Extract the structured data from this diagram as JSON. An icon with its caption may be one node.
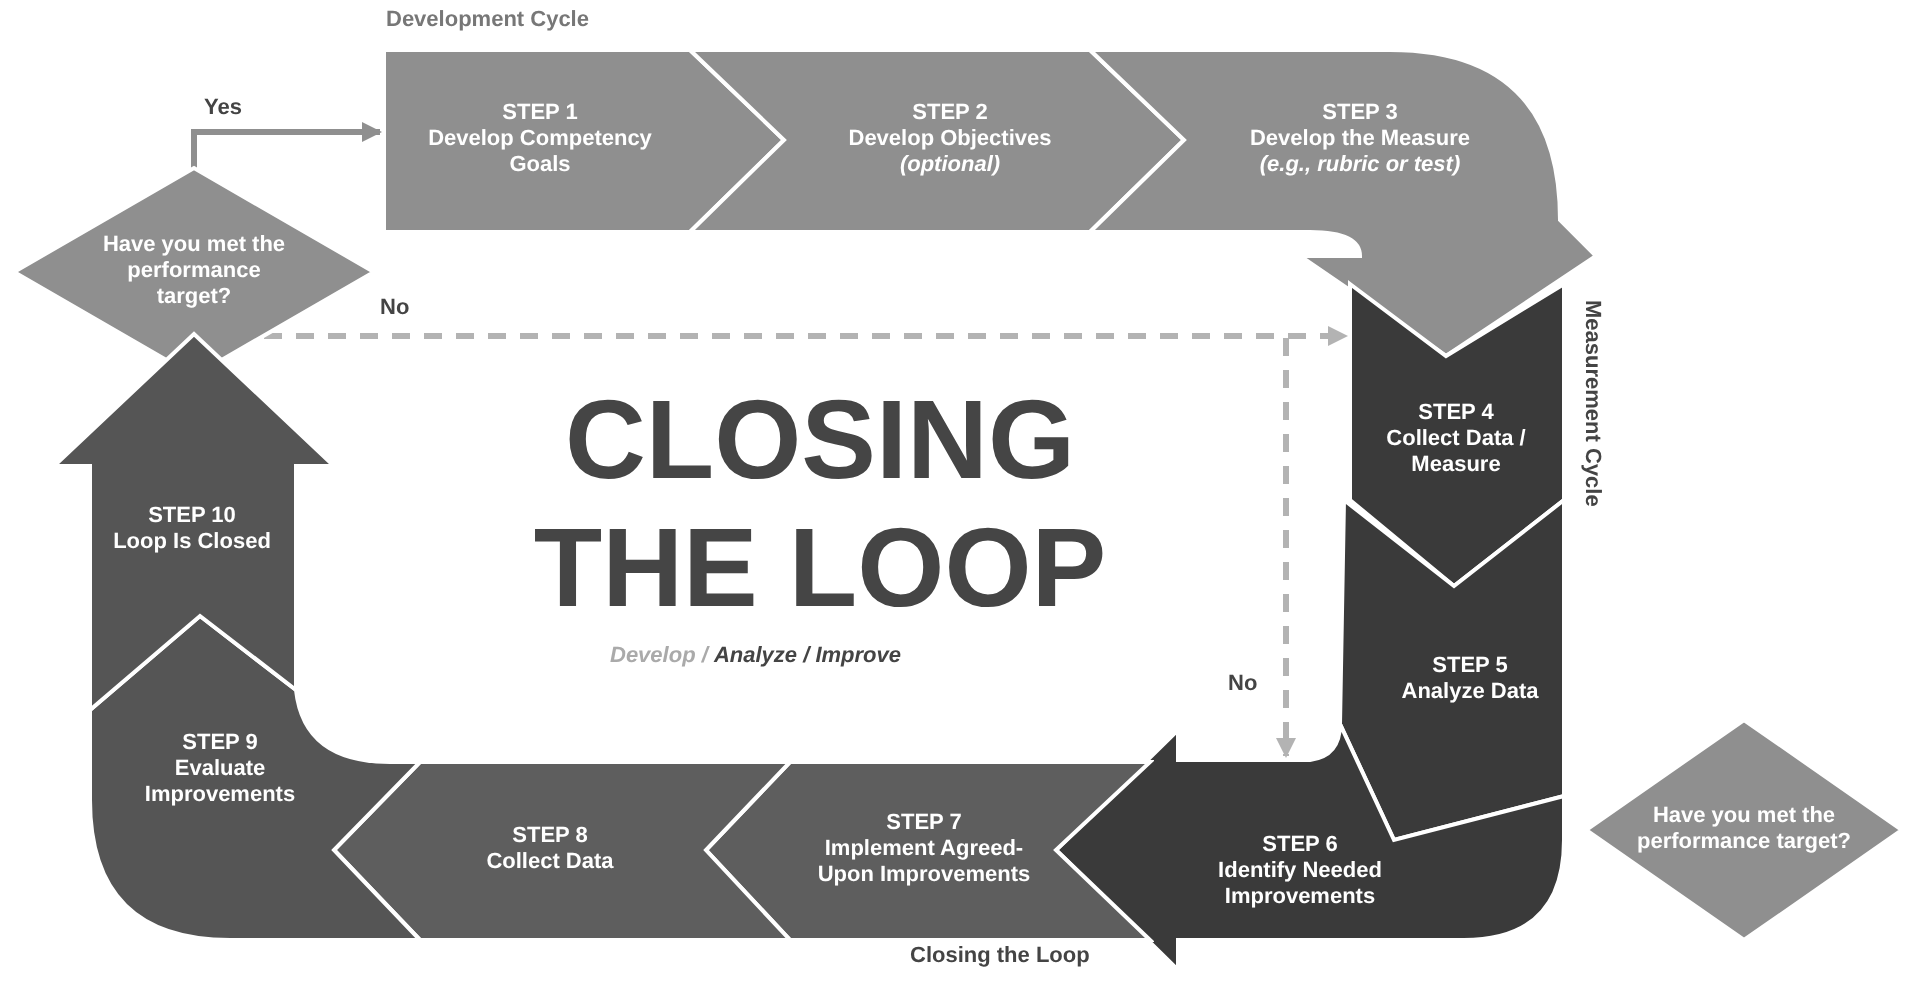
{
  "diagram": {
    "title": "CLOSING THE LOOP",
    "nodes": [
      {
        "text": [
          "Have you met the performance target?"
        ]
      },
      {
        "text": [
          "STEP 1",
          "Develop Competency Goals"
        ]
      },
      {
        "text": [
          "STEP 2",
          "Develop Objectives",
          "(optional)"
        ]
      },
      {
        "text": [
          "STEP 3",
          "Develop the Measure",
          "(e.g., rubric or test)"
        ]
      },
      {
        "text": [
          "STEP 4",
          "Collect Data / Measure"
        ]
      },
      {
        "text": [
          "STEP 5",
          "Analyze Data"
        ]
      },
      {
        "text": [
          "STEP 6",
          "Identify Needed Improvements"
        ]
      },
      {
        "text": [
          "STEP 7",
          "Implement Agreed-Upon Improvements"
        ]
      },
      {
        "text": [
          "STEP 8",
          "Collect Data"
        ]
      },
      {
        "text": [
          "STEP 9",
          "Evaluate Improvements"
        ]
      },
      {
        "text": [
          "STEP 10",
          "Loop Is Closed"
        ]
      },
      {
        "text": [
          "Have you met the performance target?"
        ]
      }
    ],
    "edges": [
      {
        "from": 0,
        "to": 1,
        "arrow": "to",
        "label": "Yes"
      },
      {
        "from": 0,
        "to": 4,
        "arrow": "to",
        "label": "No",
        "style": "dashed",
        "color": "#b3b3b3"
      },
      {
        "from": 0,
        "to": 6,
        "arrow": "to",
        "label": "No",
        "style": "dashed",
        "color": "#b3b3b3"
      }
    ],
    "labels": [
      "Development Cycle",
      "Measurement Cycle",
      "Develop / **Analyze / Improve**",
      "Closing the Loop"
    ]
  }
}
